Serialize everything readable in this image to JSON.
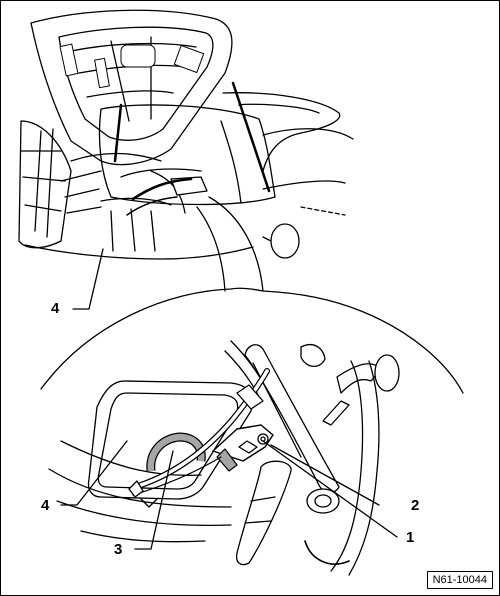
{
  "callouts": {
    "c1": "1",
    "c2": "2",
    "c3": "3",
    "c4_overview": "4",
    "c4_detail": "4"
  },
  "figure_ref": "N61-10044",
  "colors": {
    "line": "#000000",
    "fill_gray": "#a6a6a6",
    "background": "#ffffff"
  }
}
